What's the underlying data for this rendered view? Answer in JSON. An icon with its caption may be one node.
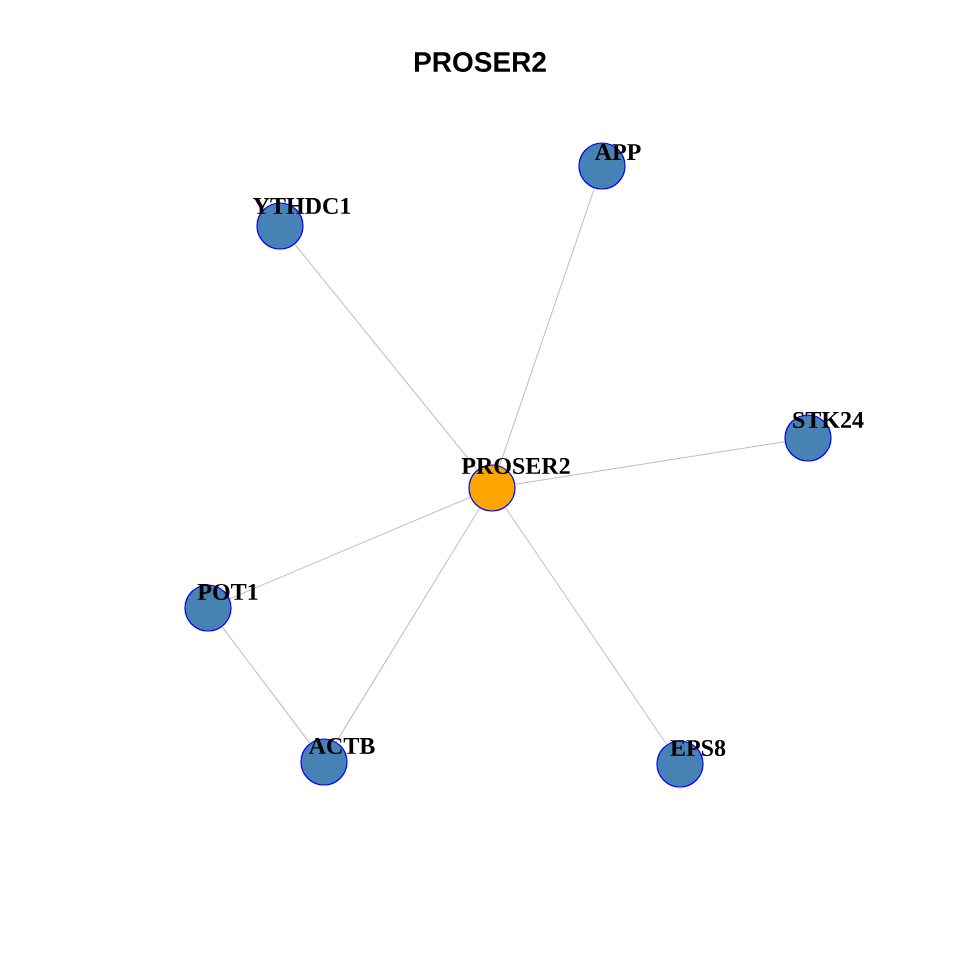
{
  "diagram": {
    "title": "PROSER2",
    "nodes": [
      {
        "text": [
          "PROSER2"
        ]
      },
      {
        "text": [
          "APP"
        ]
      },
      {
        "text": [
          "YTHDC1"
        ]
      },
      {
        "text": [
          "STK24"
        ]
      },
      {
        "text": [
          "POT1"
        ]
      },
      {
        "text": [
          "ACTB"
        ]
      },
      {
        "text": [
          "EPS8"
        ]
      }
    ],
    "edges": [
      {
        "from": 0,
        "to": 1,
        "arrow": "none"
      },
      {
        "from": 0,
        "to": 2,
        "arrow": "none"
      },
      {
        "from": 0,
        "to": 3,
        "arrow": "none"
      },
      {
        "from": 0,
        "to": 4,
        "arrow": "none"
      },
      {
        "from": 0,
        "to": 5,
        "arrow": "none"
      },
      {
        "from": 0,
        "to": 6,
        "arrow": "none"
      },
      {
        "from": 4,
        "to": 5,
        "arrow": "none"
      }
    ]
  }
}
